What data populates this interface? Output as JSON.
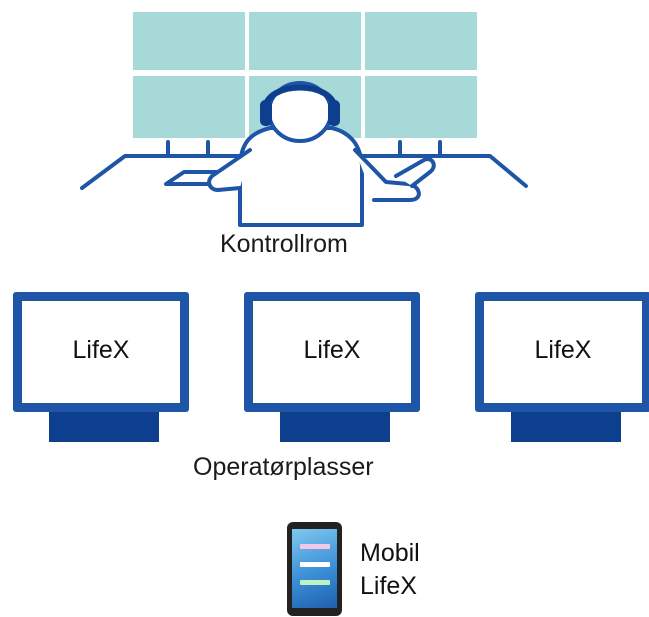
{
  "control_room": {
    "label": "Kontrollrom"
  },
  "operator_positions": {
    "label": "Operatørplasser",
    "monitors": [
      {
        "label": "LifeX"
      },
      {
        "label": "LifeX"
      },
      {
        "label": "LifeX"
      }
    ]
  },
  "mobile": {
    "line1": "Mobil",
    "line2": "LifeX"
  },
  "colors": {
    "wall": "#a8d9d9",
    "monitor_frame": "#1f55a6",
    "monitor_stand": "#0e3f8f",
    "line": "#1f55a6",
    "phone_body": "#222222"
  }
}
